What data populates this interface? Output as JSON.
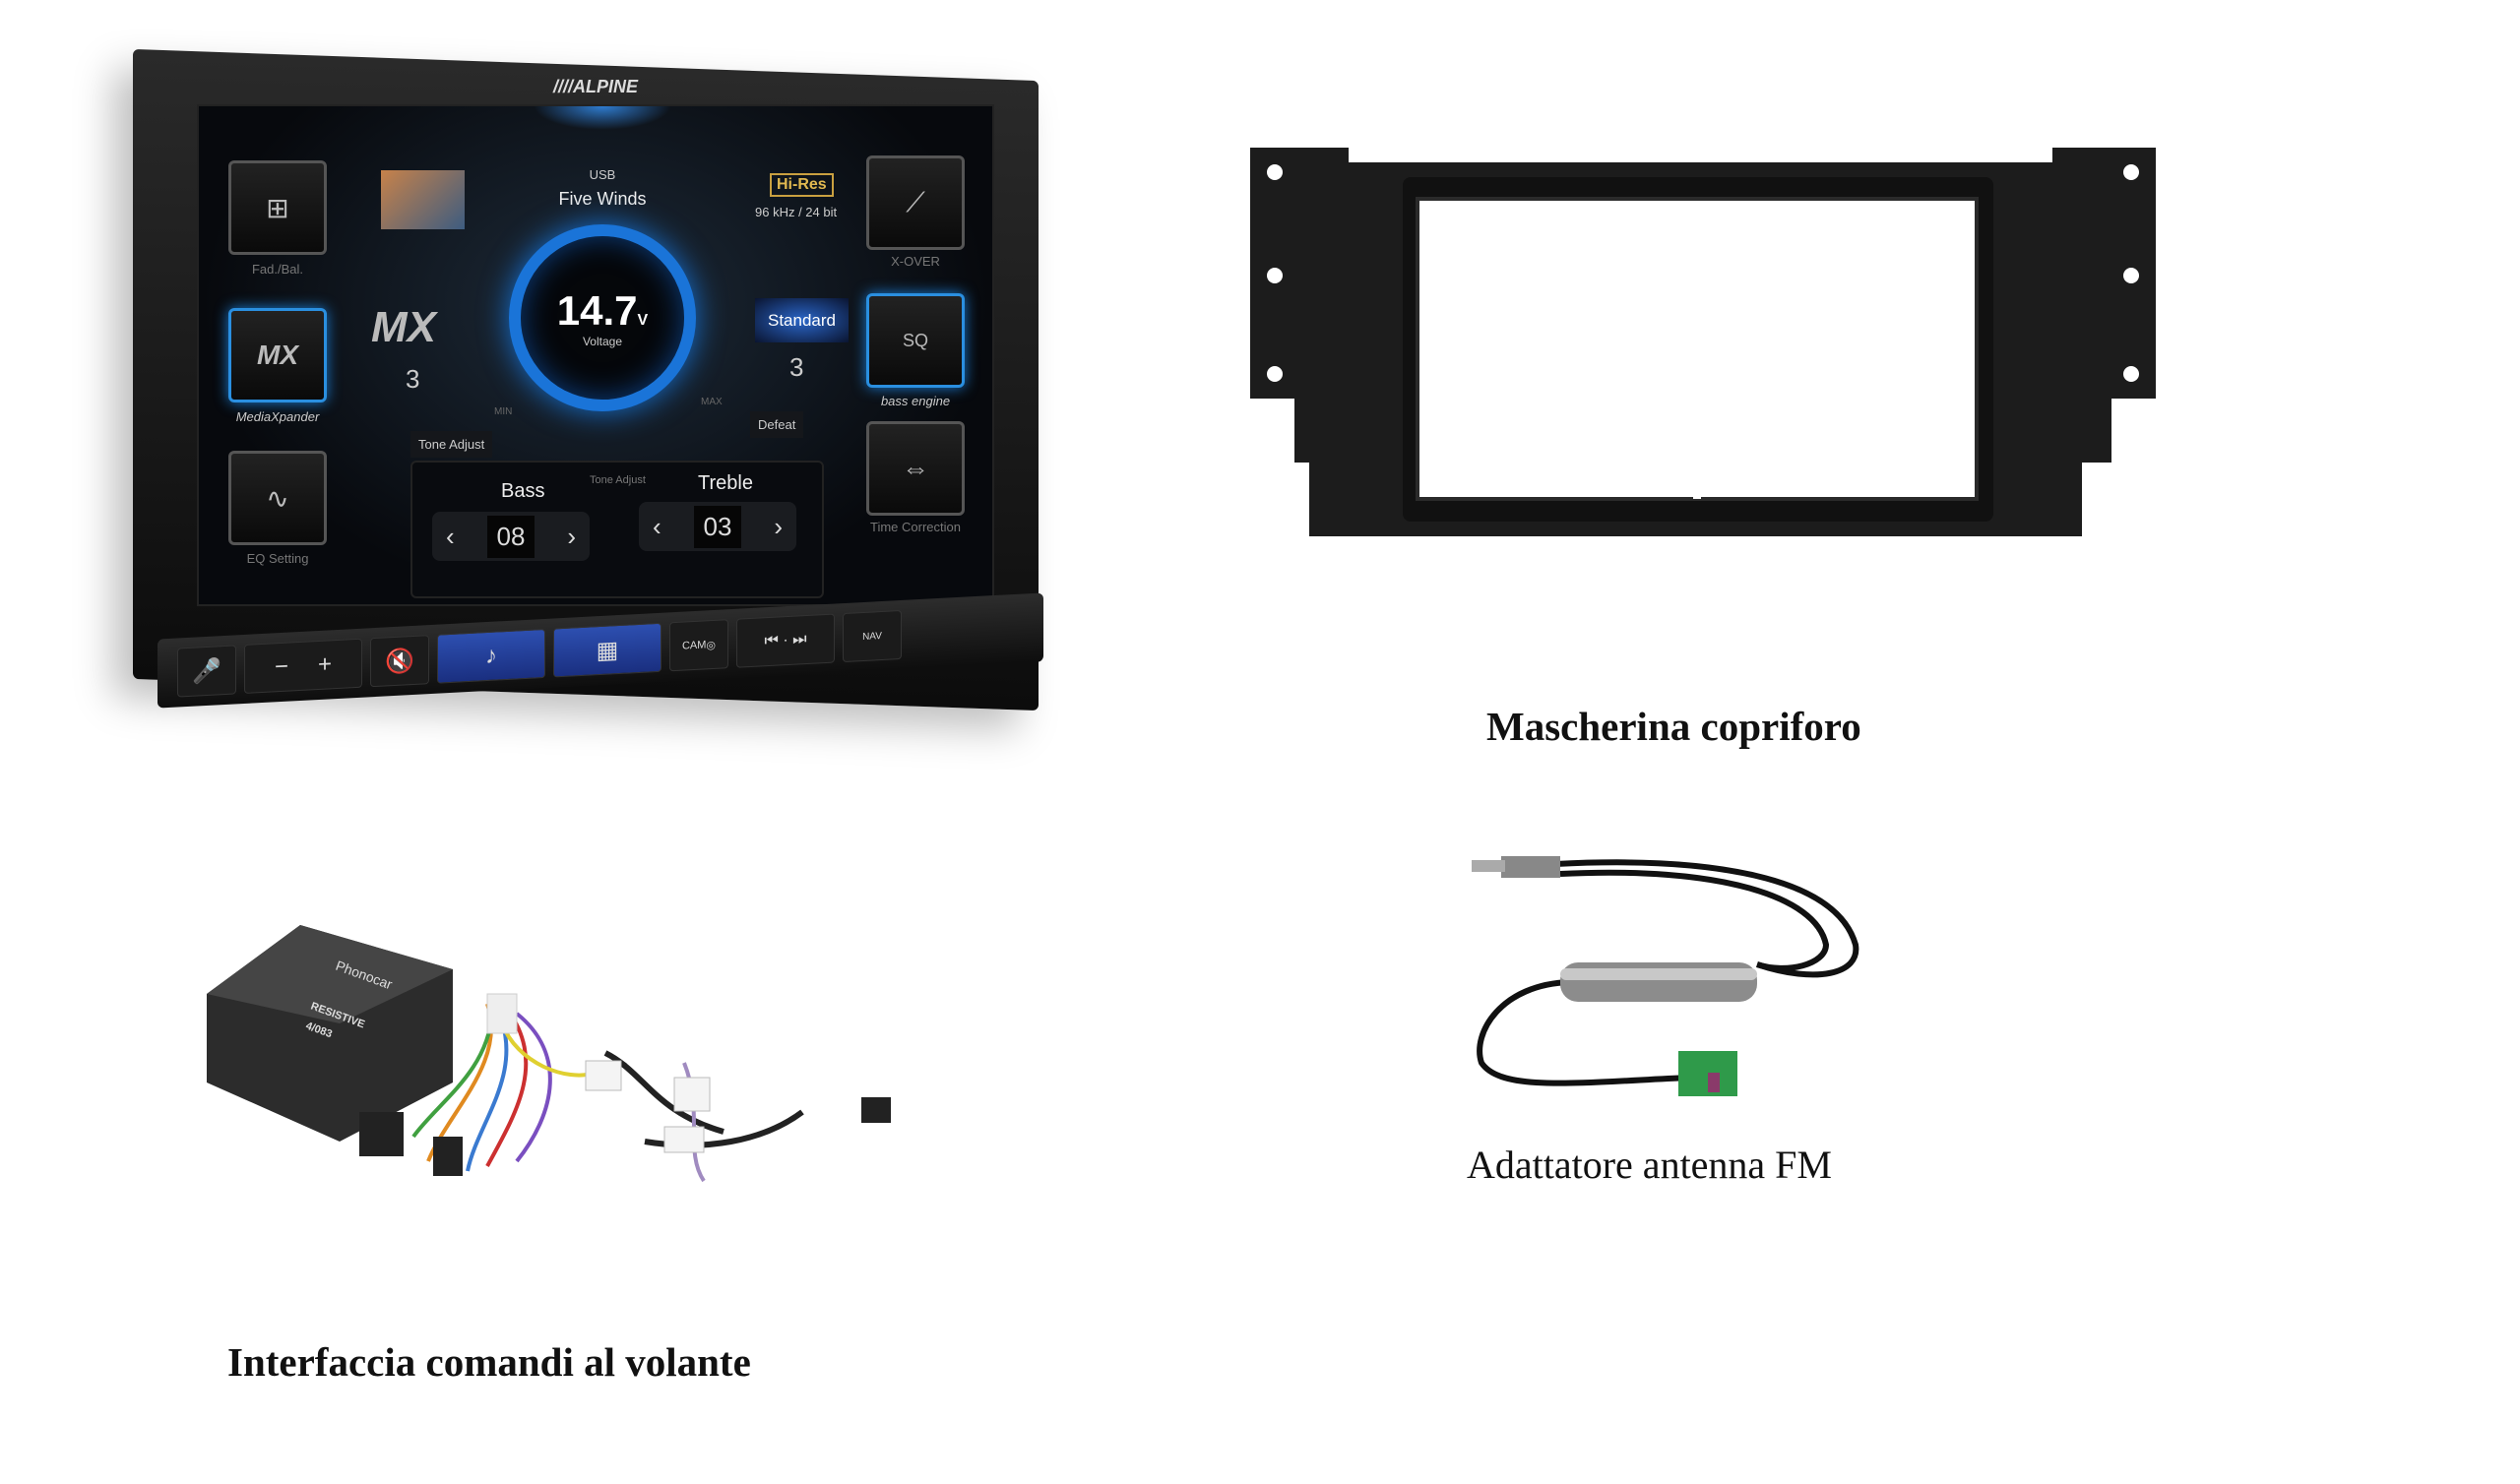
{
  "stereo": {
    "brand": "////ALPINE",
    "source": "USB",
    "track": "Five Winds",
    "hires_badge": "Hi-Res",
    "hires_format": "96 kHz / 24 bit",
    "voltage_value": "14.7",
    "voltage_unit": "V",
    "voltage_label": "Voltage",
    "gauge_min": "MIN",
    "gauge_max": "MAX",
    "tiles": {
      "fad_bal": "Fad./Bal.",
      "xover": "X-OVER",
      "mediaxpander": "MediaXpander",
      "bass_engine": "bass engine",
      "eq_setting": "EQ Setting",
      "time_correction": "Time Correction"
    },
    "mx_logo": "MX",
    "mx_level": "3",
    "standard_label": "Standard",
    "standard_level": "3",
    "sq_label": "SQ",
    "tone_adjust_button": "Tone Adjust",
    "defeat_button": "Defeat",
    "tone_adjust_title": "Tone Adjust",
    "bass_label": "Bass",
    "bass_value": "08",
    "treble_label": "Treble",
    "treble_value": "03",
    "hw": {
      "minus": "−",
      "plus": "+",
      "cam": "CAM",
      "nav": "NAV"
    }
  },
  "captions": {
    "bezel": "Mascherina copriforo",
    "interface": "Interfaccia comandi al volante",
    "antenna": "Adattatore antenna FM"
  },
  "interface_box": {
    "brand": "Phonocar",
    "type": "RESISTIVE",
    "code": "4/083"
  }
}
